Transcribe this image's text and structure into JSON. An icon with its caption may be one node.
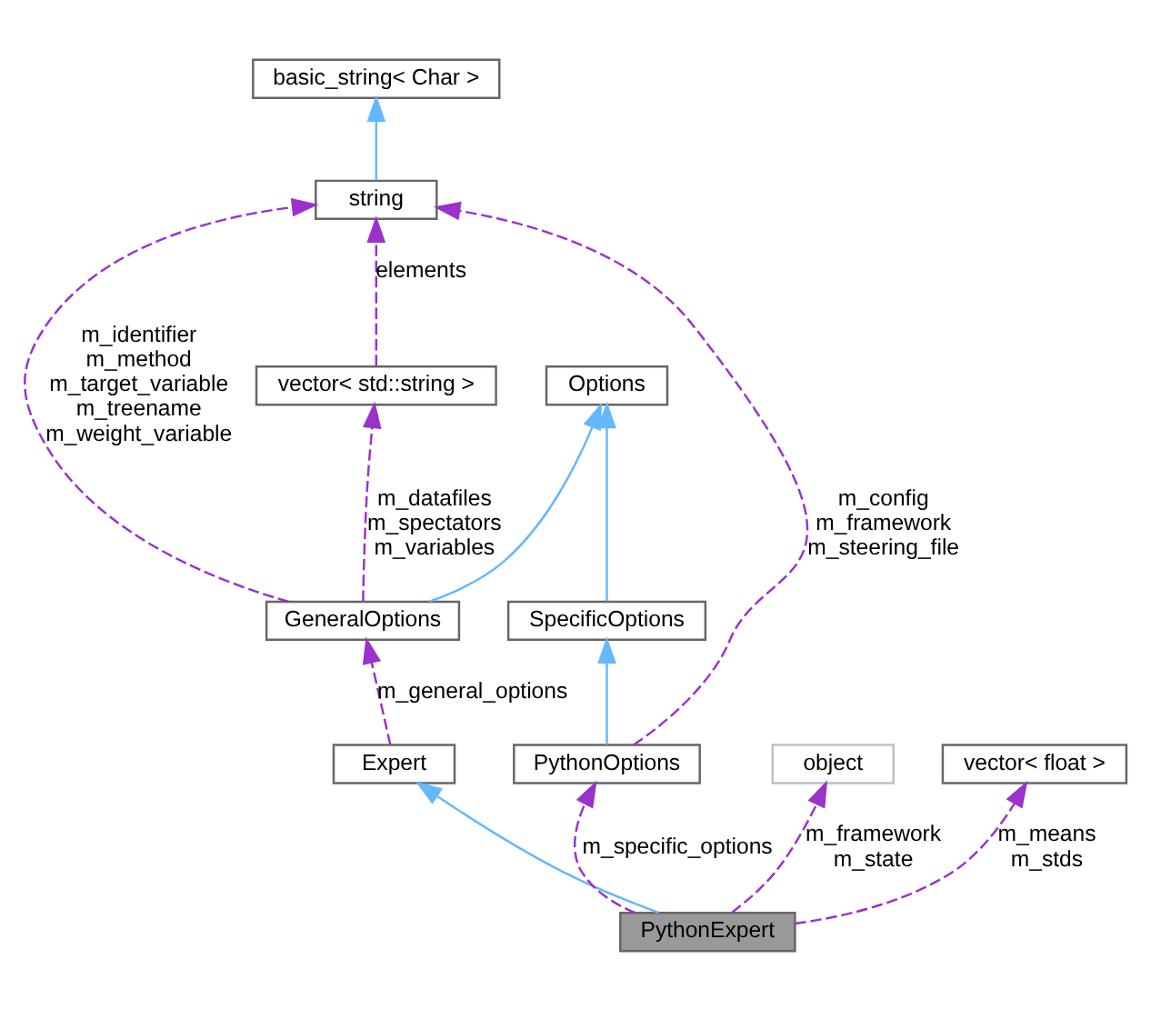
{
  "diagram": {
    "nodes": [
      {
        "text": [
          "basic_string< Char >"
        ]
      },
      {
        "text": [
          "string"
        ]
      },
      {
        "text": [
          "vector< std::string >"
        ]
      },
      {
        "text": [
          "Options"
        ]
      },
      {
        "text": [
          "GeneralOptions"
        ]
      },
      {
        "text": [
          "SpecificOptions"
        ]
      },
      {
        "text": [
          "Expert"
        ]
      },
      {
        "text": [
          "PythonOptions"
        ]
      },
      {
        "text": [
          "object"
        ]
      },
      {
        "text": [
          "vector< float >"
        ]
      },
      {
        "text": [
          "PythonExpert"
        ]
      }
    ],
    "edges": [
      {
        "from": 1,
        "to": 0,
        "arrow": "to",
        "color": "#63b8ff"
      },
      {
        "from": 2,
        "to": 1,
        "arrow": "to",
        "style": "dashed",
        "label": "elements"
      },
      {
        "from": 4,
        "to": 1,
        "arrow": "to",
        "style": "dashed",
        "label": "m_identifier m_method m_target_variable m_treename m_weight_variable"
      },
      {
        "from": 4,
        "to": 2,
        "arrow": "to",
        "style": "dashed",
        "label": "m_datafiles m_spectators m_variables"
      },
      {
        "from": 7,
        "to": 1,
        "arrow": "to",
        "style": "dashed",
        "label": "m_config m_framework m_steering_file"
      },
      {
        "from": 4,
        "to": 3,
        "arrow": "to",
        "color": "#63b8ff"
      },
      {
        "from": 5,
        "to": 3,
        "arrow": "to",
        "color": "#63b8ff"
      },
      {
        "from": 6,
        "to": 4,
        "arrow": "to",
        "style": "dashed",
        "label": "m_general_options"
      },
      {
        "from": 7,
        "to": 5,
        "arrow": "to",
        "color": "#63b8ff"
      },
      {
        "from": 10,
        "to": 6,
        "arrow": "to",
        "color": "#63b8ff"
      },
      {
        "from": 10,
        "to": 7,
        "arrow": "to",
        "style": "dashed",
        "label": "m_specific_options"
      },
      {
        "from": 10,
        "to": 8,
        "arrow": "to",
        "style": "dashed",
        "label": "m_framework m_state"
      },
      {
        "from": 10,
        "to": 9,
        "arrow": "to",
        "style": "dashed",
        "label": "m_means m_stds"
      }
    ]
  }
}
